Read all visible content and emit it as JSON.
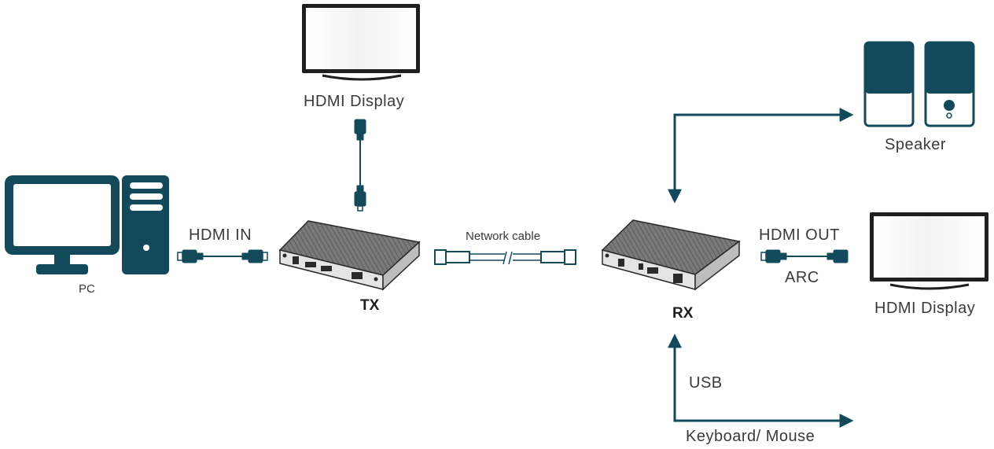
{
  "labels": {
    "hdmi_display_top": "HDMI Display",
    "speaker": "Speaker",
    "hdmi_in": "HDMI IN",
    "pc": "PC",
    "network_cable": "Network cable",
    "tx": "TX",
    "rx": "RX",
    "hdmi_out": "HDMI OUT",
    "arc": "ARC",
    "hdmi_display_right": "HDMI Display",
    "usb": "USB",
    "keyboard_mouse": "Keyboard/ Mouse"
  },
  "icons": [
    "monitor-icon",
    "pc-icon",
    "speaker-icon",
    "hdmi-cable-icon",
    "network-cable-icon",
    "device-box-icon",
    "arrow-icon"
  ],
  "colors": {
    "accent": "#124a5c",
    "device_body": "#6f6f6f",
    "outline": "#2a2a2a"
  }
}
